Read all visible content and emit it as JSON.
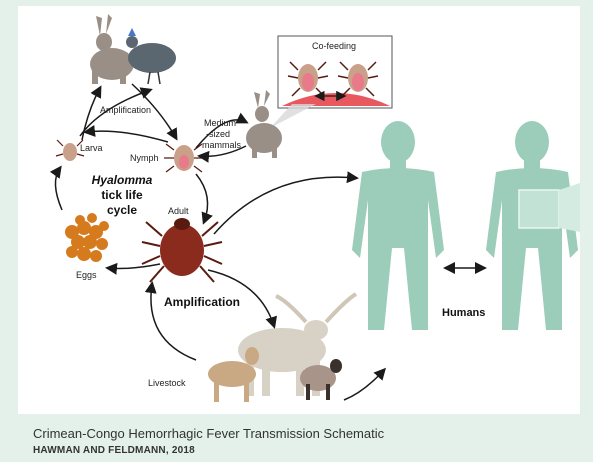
{
  "diagram": {
    "labels": {
      "co_feeding": "Co-feeding",
      "amplification_top": "Amplification",
      "medium_sized": [
        "Medium",
        "-sized",
        "mammals"
      ],
      "larva": "Larva",
      "nymph": "Nymph",
      "life_cycle": [
        "Hyalomma",
        "tick life",
        "cycle"
      ],
      "adult": "Adult",
      "eggs": "Eggs",
      "amplification_bottom": "Amplification",
      "humans": "Humans",
      "livestock": "Livestock"
    },
    "colors": {
      "human": "#9ccdbb",
      "tick_body": "#8a2b1e",
      "tick_legs": "#5a1a10",
      "eggs": "#d67a1e",
      "skin": "#e8585f",
      "arrow": "#1a1a1a"
    },
    "icons": [
      "rabbit-icon",
      "guinea-fowl-icon",
      "tick-icon",
      "egg-cluster-icon",
      "cattle-icon",
      "goat-icon",
      "sheep-icon",
      "human-silhouette-icon"
    ]
  },
  "caption": {
    "title": "Crimean-Congo Hemorrhagic Fever Transmission Schematic",
    "credit": "HAWMAN AND FELDMANN, 2018"
  }
}
